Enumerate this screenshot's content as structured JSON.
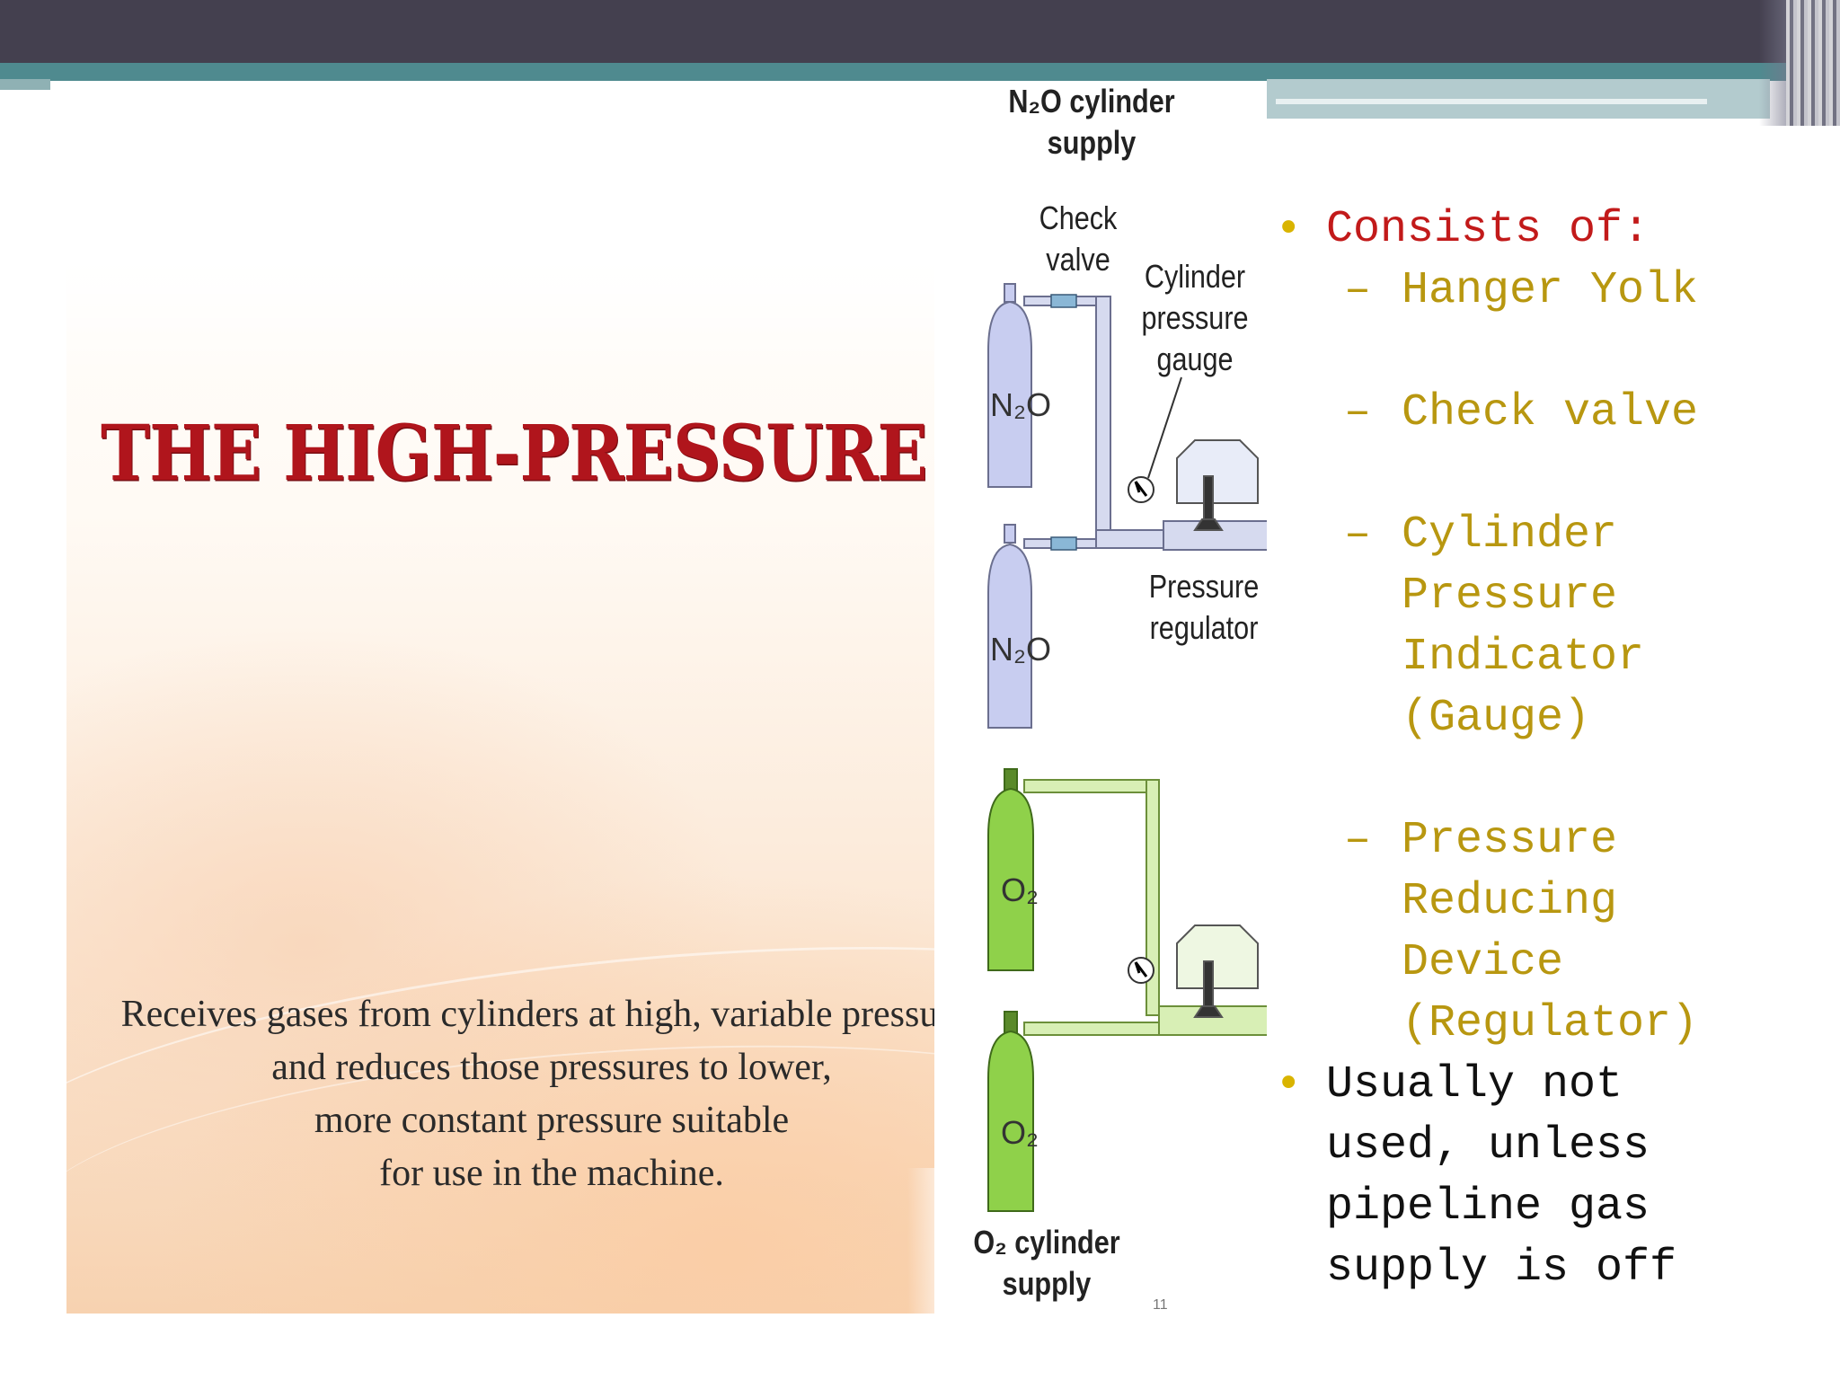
{
  "slide": {
    "title": "THE HIGH-PRESSURE CIRCIUT",
    "description": [
      "Receives gases from cylinders at high, variable pressures",
      "and reduces those pressures  to lower,",
      "more constant pressure suitable",
      "for use in the machine."
    ],
    "page_number": "11"
  },
  "diagram": {
    "n2o_supply": [
      "N₂O cylinder",
      "supply"
    ],
    "check_valve": [
      "Check",
      "valve"
    ],
    "gauge": [
      "Cylinder",
      "pressure",
      "gauge"
    ],
    "regulator": [
      "Pressure",
      "regulator"
    ],
    "o2_supply": [
      "O₂ cylinder",
      "supply"
    ],
    "cylinder_n2o": "N₂O",
    "cylinder_o2": "O₂",
    "colors": {
      "n2o": "#c8cdf0",
      "o2": "#8fd14a",
      "pipe_n2o": "#d6daef",
      "pipe_o2": "#d8efb5"
    }
  },
  "bullets": {
    "b1": "Consists of:",
    "sub": [
      {
        "lines": [
          "Hanger Yolk"
        ]
      },
      {
        "lines": [
          "Check valve"
        ]
      },
      {
        "lines": [
          "Cylinder",
          "Pressure",
          "Indicator",
          "(Gauge)"
        ]
      },
      {
        "lines": [
          "Pressure",
          "Reducing",
          "Device",
          "(Regulator)"
        ]
      }
    ],
    "b2": [
      "Usually not",
      "used, unless",
      "pipeline gas",
      "supply is off"
    ]
  },
  "colors": {
    "accent_red": "#c21a1a",
    "accent_gold": "#b89710",
    "bar_dark": "#44404f",
    "bar_teal": "#4f8a8f"
  }
}
